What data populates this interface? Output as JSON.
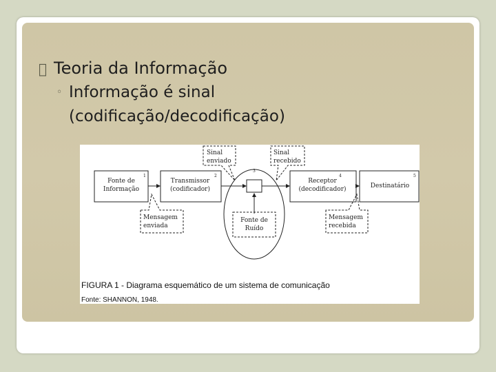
{
  "slide": {
    "bullet1": {
      "glyph": "",
      "text": "Teoria da Informação"
    },
    "bullet2": {
      "glyph": "◦",
      "text": "Informação é sinal"
    },
    "bullet2_cont": "(codificação/decodificação)"
  },
  "figure": {
    "boxes": [
      {
        "line1": "Fonte de",
        "line2": "Informação",
        "num": "1"
      },
      {
        "line1": "Transmissor",
        "line2": "(codificador)",
        "num": "2"
      },
      {
        "line1": "Receptor",
        "line2": "(decodificador)",
        "num": "4"
      },
      {
        "line1": "Destinatário",
        "line2": "",
        "num": "5"
      }
    ],
    "channel_num": "3",
    "noise": {
      "line1": "Fonte de",
      "line2": "Ruído"
    },
    "callouts": {
      "msg_sent": {
        "line1": "Mensagem",
        "line2": "enviada"
      },
      "sig_sent": {
        "line1": "Sinal",
        "line2": "enviado"
      },
      "sig_recv": {
        "line1": "Sinal",
        "line2": "recebido"
      },
      "msg_recv": {
        "line1": "Mensagem",
        "line2": "recebida"
      }
    },
    "caption": "FIGURA 1 - Diagrama esquemático de um sistema de comunicação",
    "source": "Fonte: SHANNON, 1948."
  }
}
